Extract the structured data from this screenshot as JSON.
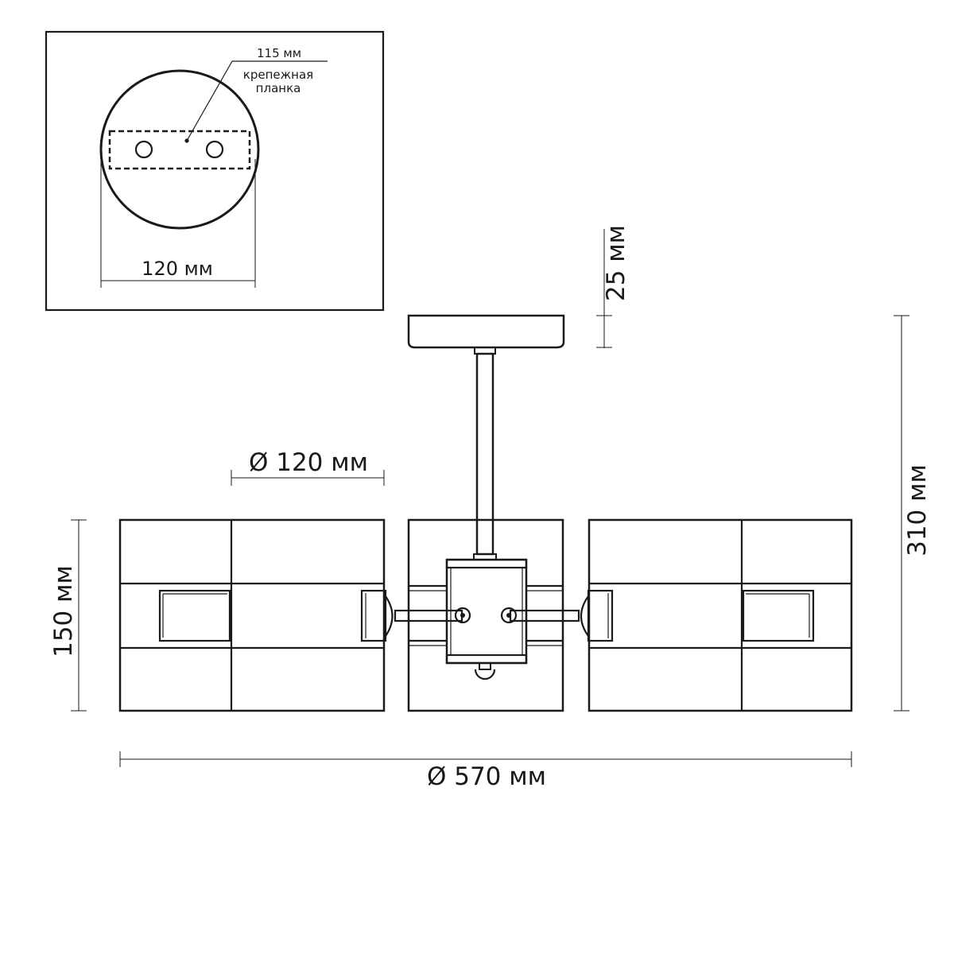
{
  "inset": {
    "bar_length": "115 мм",
    "bar_label_line1": "крепежная",
    "bar_label_line2": "планка",
    "canopy_diameter": "120 мм"
  },
  "dimensions": {
    "canopy_height": "25 мм",
    "total_height": "310 мм",
    "shade_diameter": "Ø 120 мм",
    "shade_height": "150 мм",
    "total_diameter": "Ø 570 мм"
  }
}
